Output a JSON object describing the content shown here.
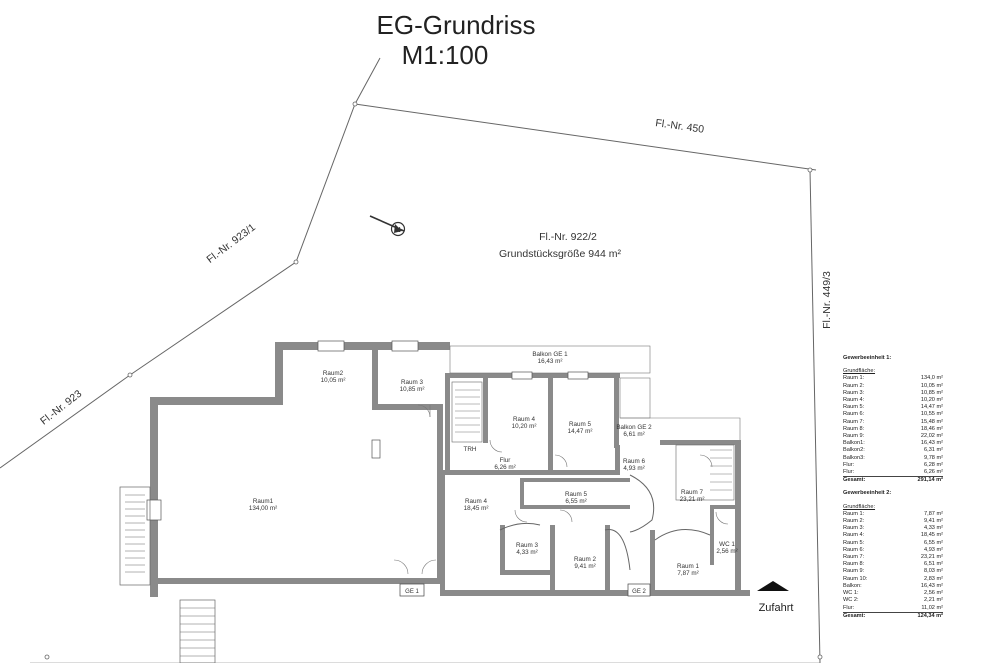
{
  "title": {
    "line1": "EG-Grundriss",
    "line2": "M1:100"
  },
  "parcels": {
    "north": "Fl.-Nr. 450",
    "east": "Fl.-Nr. 449/3",
    "west_upper": "Fl.-Nr. 923/1",
    "west_lower": "Fl.-Nr. 923",
    "center": "Fl.-Nr. 922/2",
    "plot_size": "Grundstücksgröße 944 m²"
  },
  "rooms": {
    "raum1": {
      "name": "Raum1",
      "area": "134,00 m²"
    },
    "raum2": {
      "name": "Raum2",
      "area": "10,05 m²"
    },
    "raum3_a": {
      "name": "Raum 3",
      "area": "10,85 m²"
    },
    "balkon_ge1": {
      "name": "Balkon GE 1",
      "area": "16,43 m²"
    },
    "raum4_a": {
      "name": "Raum 4",
      "area": "10,20 m²"
    },
    "raum5_a": {
      "name": "Raum 5",
      "area": "14,47 m²"
    },
    "trh": {
      "name": "TRH"
    },
    "flur": {
      "name": "Flur",
      "area": "6,26 m²"
    },
    "balkon_ge2": {
      "name": "Balkon GE 2",
      "area": "6,61 m²"
    },
    "raum6": {
      "name": "Raum 6",
      "area": "4,93 m²"
    },
    "raum4_b": {
      "name": "Raum 4",
      "area": "18,45 m²"
    },
    "raum5_b": {
      "name": "Raum 5",
      "area": "6,55 m²"
    },
    "raum7": {
      "name": "Raum 7",
      "area": "23,21 m²"
    },
    "raum3_b": {
      "name": "Raum 3",
      "area": "4,33 m²"
    },
    "raum2_b": {
      "name": "Raum 2",
      "area": "9,41 m²"
    },
    "raum1_b": {
      "name": "Raum 1",
      "area": "7,87 m²"
    },
    "wc1": {
      "name": "WC 1",
      "area": "2,56 m²"
    }
  },
  "entries": {
    "ge1": "GE 1",
    "ge2": "GE 2"
  },
  "access": {
    "label": "Zufahrt"
  },
  "legend": {
    "unit1": {
      "heading": "Gewerbeeinheit 1:",
      "subheading": "Grundfläche:",
      "rows": [
        {
          "label": "Raum 1:",
          "value": "134,0 m²"
        },
        {
          "label": "Raum 2:",
          "value": "10,05 m²"
        },
        {
          "label": "Raum 3:",
          "value": "10,85 m²"
        },
        {
          "label": "Raum 4:",
          "value": "10,20 m²"
        },
        {
          "label": "Raum 5:",
          "value": "14,47 m²"
        },
        {
          "label": "Raum 6:",
          "value": "10,55 m²"
        },
        {
          "label": "Raum 7:",
          "value": "15,48 m²"
        },
        {
          "label": "Raum 8:",
          "value": "18,46 m²"
        },
        {
          "label": "Raum 9:",
          "value": "22,02 m²"
        },
        {
          "label": "Balkon1:",
          "value": "16,43 m²"
        },
        {
          "label": "Balkon2:",
          "value": "6,31 m²"
        },
        {
          "label": "Balkon3:",
          "value": "9,78 m²"
        },
        {
          "label": "Flur:",
          "value": "6,28 m²"
        },
        {
          "label": "Flur:",
          "value": "6,26 m²"
        }
      ],
      "total_label": "Gesamt:",
      "total_value": "291,14 m²"
    },
    "unit2": {
      "heading": "Gewerbeeinheit 2:",
      "subheading": "Grundfläche:",
      "rows": [
        {
          "label": "Raum 1:",
          "value": "7,87 m²"
        },
        {
          "label": "Raum 2:",
          "value": "9,41 m²"
        },
        {
          "label": "Raum 3:",
          "value": "4,33 m²"
        },
        {
          "label": "Raum 4:",
          "value": "18,45 m²"
        },
        {
          "label": "Raum 5:",
          "value": "6,55 m²"
        },
        {
          "label": "Raum 6:",
          "value": "4,93 m²"
        },
        {
          "label": "Raum 7:",
          "value": "23,21 m²"
        },
        {
          "label": "Raum 8:",
          "value": "6,51 m²"
        },
        {
          "label": "Raum 9:",
          "value": "8,03 m²"
        },
        {
          "label": "Raum 10:",
          "value": "2,83 m²"
        },
        {
          "label": "Balkon:",
          "value": "16,43 m²"
        },
        {
          "label": "WC 1:",
          "value": "2,56 m²"
        },
        {
          "label": "WC 2:",
          "value": "2,21 m²"
        },
        {
          "label": "Flur:",
          "value": "11,02 m²"
        }
      ],
      "total_label": "Gesamt:",
      "total_value": "124,34 m²"
    }
  }
}
